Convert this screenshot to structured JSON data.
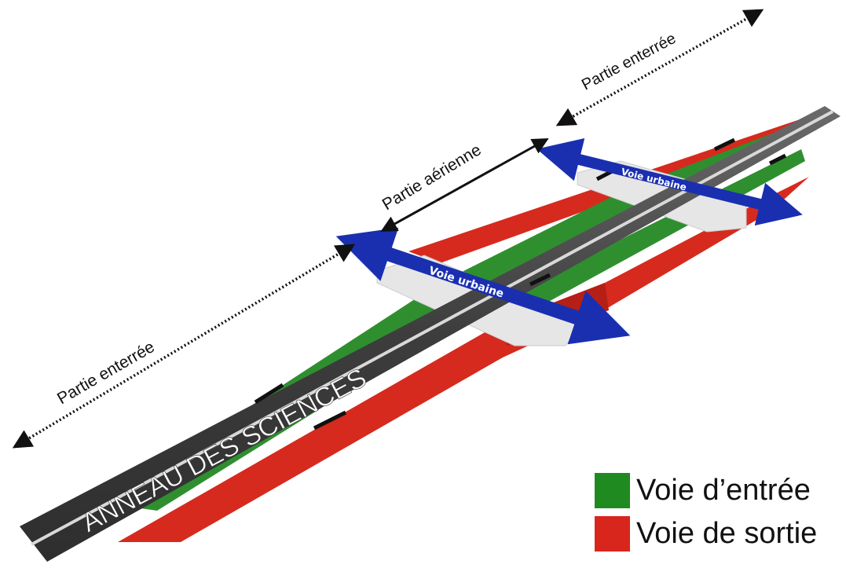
{
  "labels": {
    "road_name": "ANNEAU DES SCIENCES",
    "underground_left": "Partie enterrée",
    "underground_right": "Partie enterrée",
    "aerial": "Partie aérienne",
    "urban_road_1": "Voie urbaine",
    "urban_road_2": "Voie urbaine"
  },
  "legend": {
    "items": [
      {
        "label": "Voie d’entrée",
        "color": "#1f8a1f"
      },
      {
        "label": "Voie de sortie",
        "color": "#d8261c"
      }
    ]
  },
  "colors": {
    "asphalt": "#4a4a4a",
    "entry_ramp": "#2f8f2f",
    "exit_ramp": "#d62a1e",
    "urban_arrow": "#1a2fb0",
    "bridge": "#e6e6e6",
    "dimension_line": "#111111"
  }
}
